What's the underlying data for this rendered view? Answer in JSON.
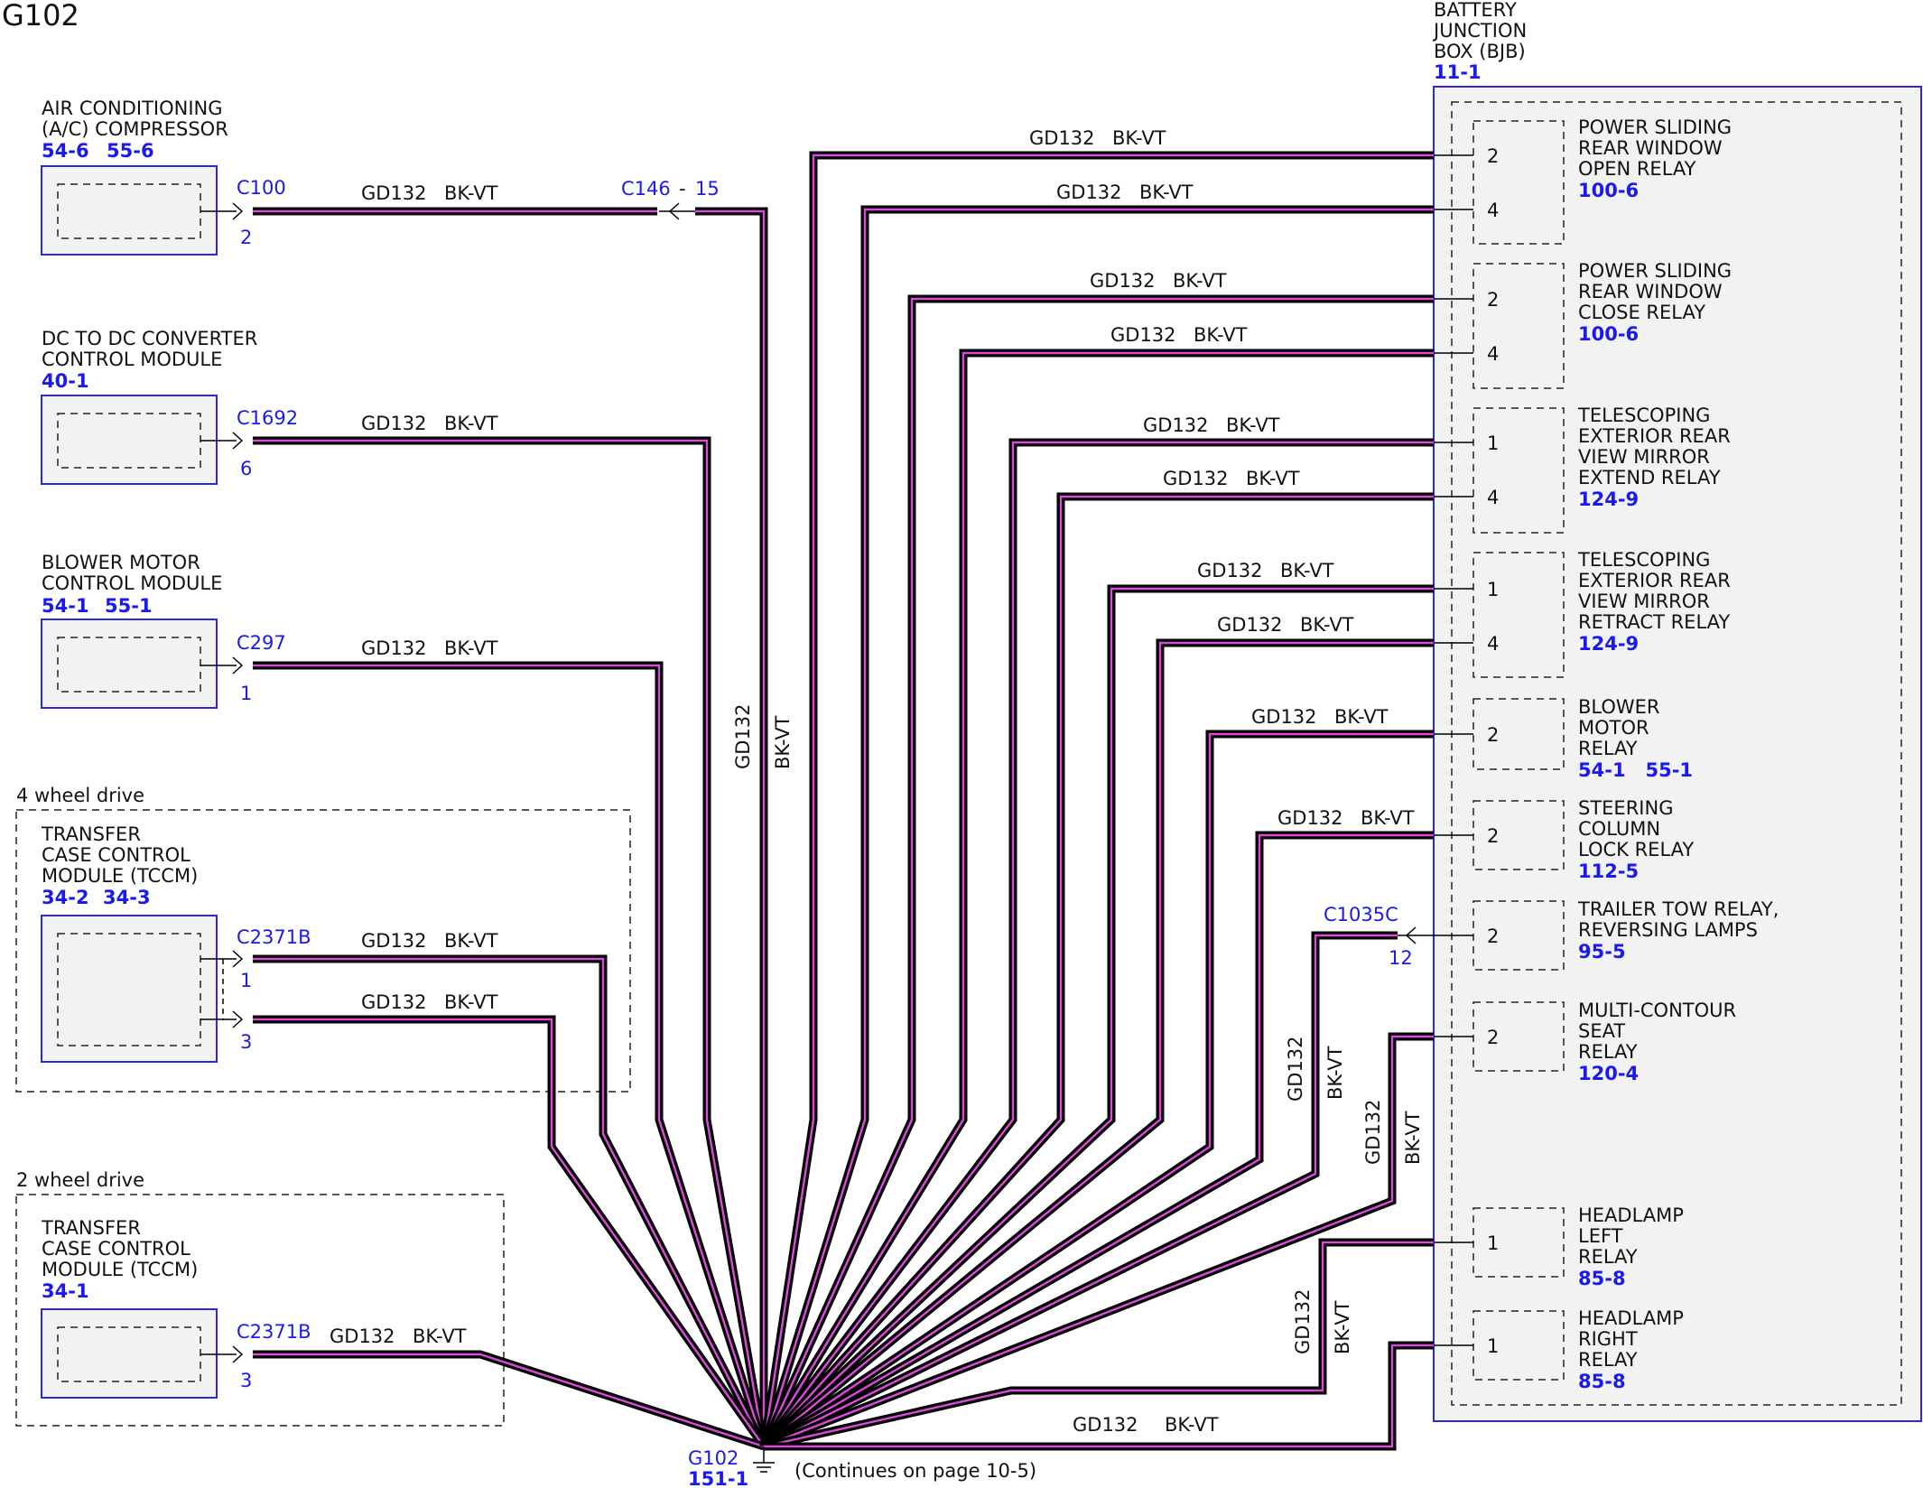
{
  "title": "G102",
  "left_components": [
    {
      "name_lines": [
        "AIR CONDITIONING",
        "(A/C) COMPRESSOR"
      ],
      "refs": [
        "54-6",
        "55-6"
      ],
      "connector": "C100",
      "pins": [
        "2"
      ]
    },
    {
      "name_lines": [
        "DC TO DC CONVERTER",
        "CONTROL MODULE"
      ],
      "refs": [
        "40-1"
      ],
      "connector": "C1692",
      "pins": [
        "6"
      ]
    },
    {
      "name_lines": [
        "BLOWER MOTOR",
        "CONTROL MODULE"
      ],
      "refs": [
        "54-1",
        "55-1"
      ],
      "connector": "C297",
      "pins": [
        "1"
      ]
    },
    {
      "group_label": "4 wheel drive",
      "name_lines": [
        "TRANSFER",
        "CASE CONTROL",
        "MODULE (TCCM)"
      ],
      "refs": [
        "34-2",
        "34-3"
      ],
      "connector": "C2371B",
      "pins": [
        "1",
        "3"
      ]
    },
    {
      "group_label": "2 wheel drive",
      "name_lines": [
        "TRANSFER",
        "CASE CONTROL",
        "MODULE (TCCM)"
      ],
      "refs": [
        "34-1"
      ],
      "connector": "C2371B",
      "pins": [
        "3"
      ]
    }
  ],
  "inline_connector": {
    "name": "C146",
    "separator": "-",
    "pin": "15"
  },
  "wire": {
    "circuit": "GD132",
    "color": "BK-VT"
  },
  "bjb": {
    "name_lines": [
      "BATTERY",
      "JUNCTION",
      "BOX (BJB)"
    ],
    "ref": "11-1"
  },
  "relays": [
    {
      "name_lines": [
        "POWER SLIDING",
        "REAR WINDOW",
        "OPEN RELAY"
      ],
      "ref": "100-6",
      "pins": [
        "2",
        "4"
      ]
    },
    {
      "name_lines": [
        "POWER SLIDING",
        "REAR WINDOW",
        "CLOSE RELAY"
      ],
      "ref": "100-6",
      "pins": [
        "2",
        "4"
      ]
    },
    {
      "name_lines": [
        "TELESCOPING",
        "EXTERIOR REAR",
        "VIEW MIRROR",
        "EXTEND RELAY"
      ],
      "ref": "124-9",
      "pins": [
        "1",
        "4"
      ]
    },
    {
      "name_lines": [
        "TELESCOPING",
        "EXTERIOR REAR",
        "VIEW MIRROR",
        "RETRACT RELAY"
      ],
      "ref": "124-9",
      "pins": [
        "1",
        "4"
      ]
    },
    {
      "name_lines": [
        "BLOWER",
        "MOTOR",
        "RELAY"
      ],
      "ref": "54-1   55-1",
      "pins": [
        "2"
      ]
    },
    {
      "name_lines": [
        "STEERING",
        "COLUMN",
        "LOCK RELAY"
      ],
      "ref": "112-5",
      "pins": [
        "2"
      ]
    },
    {
      "name_lines": [
        "TRAILER TOW RELAY,",
        "REVERSING LAMPS"
      ],
      "ref": "95-5",
      "pins": [
        "2"
      ]
    },
    {
      "name_lines": [
        "MULTI-CONTOUR",
        "SEAT",
        "RELAY"
      ],
      "ref": "120-4",
      "pins": [
        "2"
      ]
    },
    {
      "name_lines": [
        "HEADLAMP",
        "LEFT",
        "RELAY"
      ],
      "ref": "85-8",
      "pins": [
        "1"
      ]
    },
    {
      "name_lines": [
        "HEADLAMP",
        "RIGHT",
        "RELAY"
      ],
      "ref": "85-8",
      "pins": [
        "1"
      ]
    }
  ],
  "bjb_connector": {
    "name": "C1035C",
    "pin": "12"
  },
  "ground": {
    "name": "G102",
    "ref": "151-1",
    "note": "(Continues on page 10-5)"
  },
  "colors": {
    "wire_stripe": "#d84bd8",
    "reference_blue": "#1a1aee",
    "box_border": "#2a2ad8",
    "box_fill": "#f2f2f2"
  }
}
